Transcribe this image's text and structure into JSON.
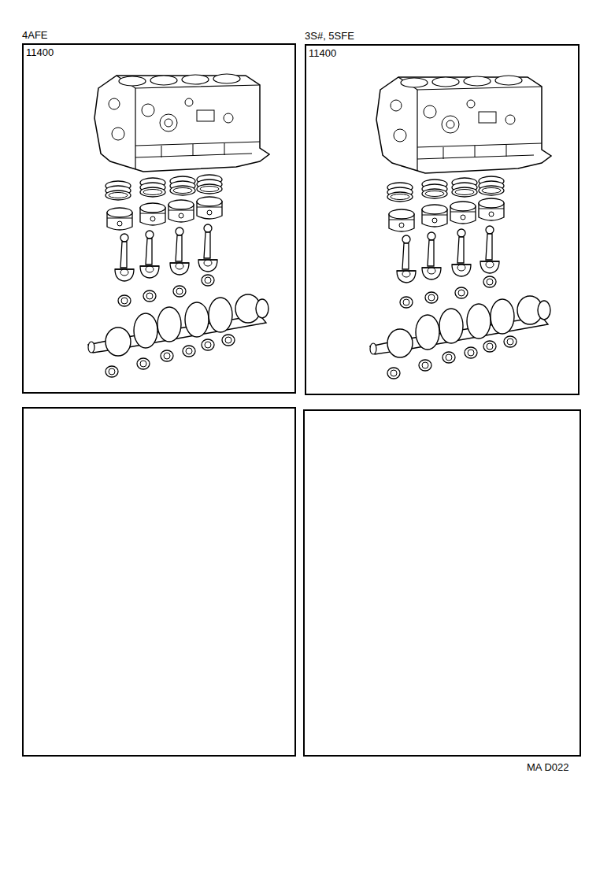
{
  "diagram": {
    "nodes": [
      {
        "text": [
          "4AFE",
          "11400"
        ]
      },
      {
        "text": [
          "3S#, 5SFE",
          "11400"
        ]
      }
    ],
    "labels": [
      "MA D022"
    ]
  }
}
